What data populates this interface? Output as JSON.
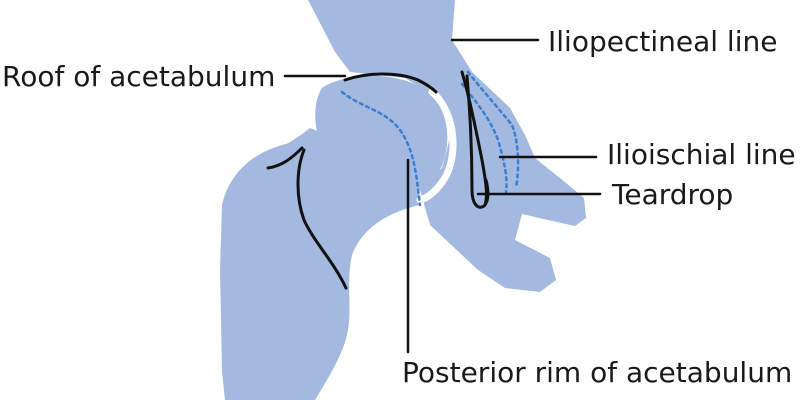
{
  "labels": {
    "iliopectineal_line": "Iliopectineal line",
    "roof_of_acetabulum": "Roof of acetabulum",
    "ilioischial_line": "Ilioischial line",
    "teardrop": "Teardrop",
    "posterior_rim": "Posterior rim of acetabulum"
  },
  "colors": {
    "bone_fill": "#a4b9e0",
    "outline_line": "#111111",
    "dotted_line": "#3a7fd0",
    "label_text": "#1a1a1a"
  }
}
